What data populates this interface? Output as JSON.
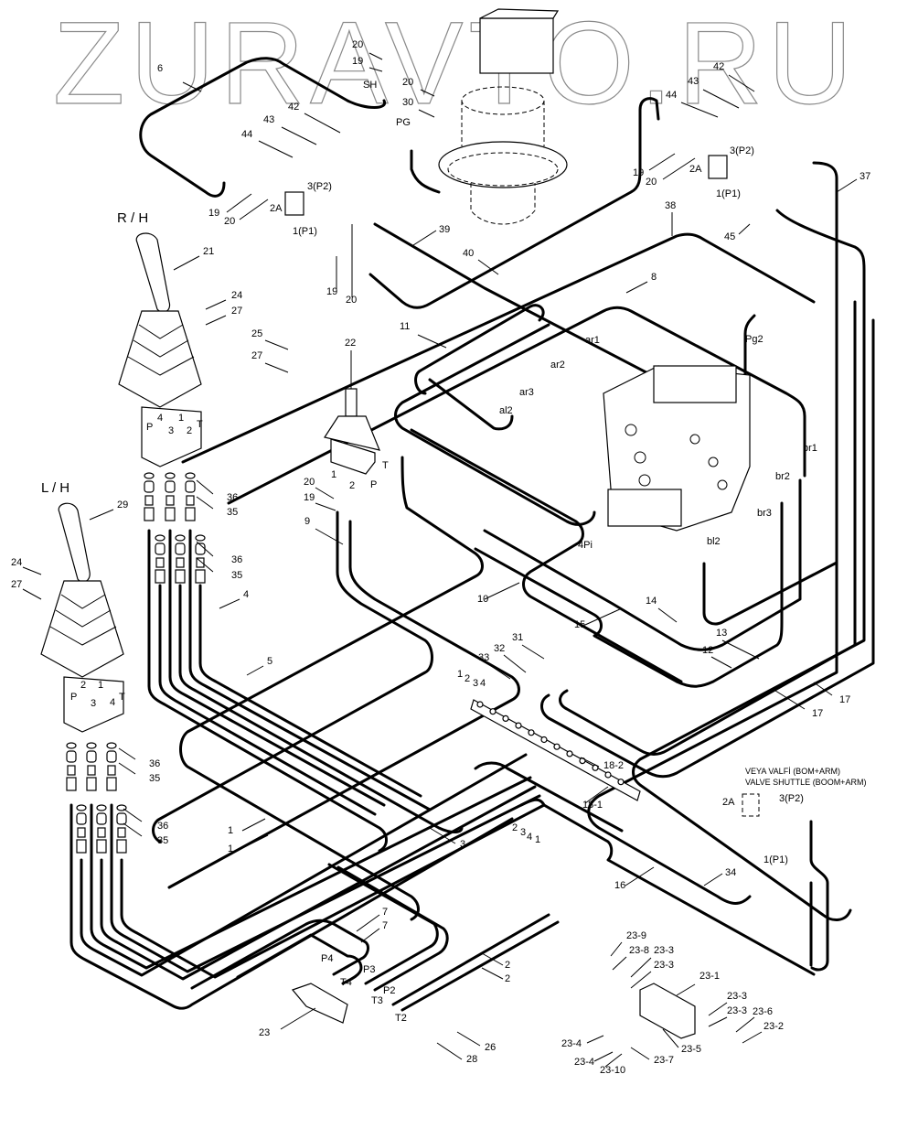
{
  "watermark": "ZURAVTO.RU",
  "sections": {
    "right_handle": "R / H",
    "left_handle": "L / H"
  },
  "shuttle_valve_note": [
    "VEYA VALFİ (BOM+ARM)",
    "VALVE SHUTTLE (BOOM+ARM)"
  ],
  "callouts": [
    {
      "id": "c6",
      "text": "6"
    },
    {
      "id": "c20a",
      "text": "20"
    },
    {
      "id": "c19a",
      "text": "19"
    },
    {
      "id": "cSH",
      "text": "SH"
    },
    {
      "id": "c20b",
      "text": "20"
    },
    {
      "id": "c30",
      "text": "30"
    },
    {
      "id": "cPG",
      "text": "PG"
    },
    {
      "id": "c42a",
      "text": "42"
    },
    {
      "id": "c43a",
      "text": "43"
    },
    {
      "id": "c44a",
      "text": "44"
    },
    {
      "id": "c3P2a",
      "text": "3(P2)"
    },
    {
      "id": "c2Aa",
      "text": "2A"
    },
    {
      "id": "c1P1a",
      "text": "1(P1)"
    },
    {
      "id": "c19b",
      "text": "19"
    },
    {
      "id": "c20c",
      "text": "20"
    },
    {
      "id": "c19c",
      "text": "19"
    },
    {
      "id": "c20d",
      "text": "20"
    },
    {
      "id": "c39",
      "text": "39"
    },
    {
      "id": "c40",
      "text": "40"
    },
    {
      "id": "c21",
      "text": "21"
    },
    {
      "id": "c24a",
      "text": "24"
    },
    {
      "id": "c27a",
      "text": "27"
    },
    {
      "id": "c42b",
      "text": "42"
    },
    {
      "id": "c43b",
      "text": "43"
    },
    {
      "id": "c44b",
      "text": "44"
    },
    {
      "id": "c19d",
      "text": "19"
    },
    {
      "id": "c20e",
      "text": "20"
    },
    {
      "id": "c2Ab",
      "text": "2A"
    },
    {
      "id": "c3P2b",
      "text": "3(P2)"
    },
    {
      "id": "c1P1b",
      "text": "1(P1)"
    },
    {
      "id": "c37",
      "text": "37"
    },
    {
      "id": "c45",
      "text": "45"
    },
    {
      "id": "c38",
      "text": "38"
    },
    {
      "id": "c8",
      "text": "8"
    },
    {
      "id": "c11",
      "text": "11"
    },
    {
      "id": "cPg2",
      "text": "Pg2"
    },
    {
      "id": "c25",
      "text": "25"
    },
    {
      "id": "c27b",
      "text": "27"
    },
    {
      "id": "c22",
      "text": "22"
    },
    {
      "id": "car1",
      "text": "ar1"
    },
    {
      "id": "car2",
      "text": "ar2"
    },
    {
      "id": "car3",
      "text": "ar3"
    },
    {
      "id": "cal2",
      "text": "al2"
    },
    {
      "id": "cbr1",
      "text": "br1"
    },
    {
      "id": "cbr2",
      "text": "br2"
    },
    {
      "id": "cbr3",
      "text": "br3"
    },
    {
      "id": "cbl2",
      "text": "bl2"
    },
    {
      "id": "c4Pi",
      "text": "4Pi"
    },
    {
      "id": "cRP",
      "text": "P"
    },
    {
      "id": "cR4",
      "text": "4"
    },
    {
      "id": "cR3",
      "text": "3"
    },
    {
      "id": "cR1",
      "text": "1"
    },
    {
      "id": "cR2",
      "text": "2"
    },
    {
      "id": "cRT",
      "text": "T"
    },
    {
      "id": "c36a",
      "text": "36"
    },
    {
      "id": "c35a",
      "text": "35"
    },
    {
      "id": "c36b",
      "text": "36"
    },
    {
      "id": "c35b",
      "text": "35"
    },
    {
      "id": "cT22",
      "text": "T"
    },
    {
      "id": "cP22",
      "text": "P"
    },
    {
      "id": "c1_22",
      "text": "1"
    },
    {
      "id": "c2_22",
      "text": "2"
    },
    {
      "id": "c20f",
      "text": "20"
    },
    {
      "id": "c19f",
      "text": "19"
    },
    {
      "id": "c9",
      "text": "9"
    },
    {
      "id": "c29",
      "text": "29"
    },
    {
      "id": "c24b",
      "text": "24"
    },
    {
      "id": "c27c",
      "text": "27"
    },
    {
      "id": "c4",
      "text": "4"
    },
    {
      "id": "c10",
      "text": "10"
    },
    {
      "id": "c14",
      "text": "14"
    },
    {
      "id": "c15",
      "text": "15"
    },
    {
      "id": "c13",
      "text": "13"
    },
    {
      "id": "c12",
      "text": "12"
    },
    {
      "id": "c17a",
      "text": "17"
    },
    {
      "id": "c17b",
      "text": "17"
    },
    {
      "id": "c5",
      "text": "5"
    },
    {
      "id": "c31",
      "text": "31"
    },
    {
      "id": "c32",
      "text": "32"
    },
    {
      "id": "c33",
      "text": "33"
    },
    {
      "id": "cm1",
      "text": "1"
    },
    {
      "id": "cm2",
      "text": "2"
    },
    {
      "id": "cm3",
      "text": "3"
    },
    {
      "id": "cm4",
      "text": "4"
    },
    {
      "id": "c18_2",
      "text": "18-2"
    },
    {
      "id": "c18_1",
      "text": "18-1"
    },
    {
      "id": "cn2",
      "text": "2"
    },
    {
      "id": "cn3",
      "text": "3"
    },
    {
      "id": "cn4",
      "text": "4"
    },
    {
      "id": "cn1",
      "text": "1"
    },
    {
      "id": "cLP",
      "text": "P"
    },
    {
      "id": "cL2",
      "text": "2"
    },
    {
      "id": "cL1",
      "text": "1"
    },
    {
      "id": "cL3",
      "text": "3"
    },
    {
      "id": "cL4",
      "text": "4"
    },
    {
      "id": "cLT",
      "text": "T"
    },
    {
      "id": "c36c",
      "text": "36"
    },
    {
      "id": "c35c",
      "text": "35"
    },
    {
      "id": "c36d",
      "text": "36"
    },
    {
      "id": "c35d",
      "text": "35"
    },
    {
      "id": "c1a",
      "text": "1"
    },
    {
      "id": "c1b",
      "text": "1"
    },
    {
      "id": "c3",
      "text": "3"
    },
    {
      "id": "c2Ac",
      "text": "2A"
    },
    {
      "id": "c3P2c",
      "text": "3(P2)"
    },
    {
      "id": "c1P1c",
      "text": "1(P1)"
    },
    {
      "id": "c34",
      "text": "34"
    },
    {
      "id": "c16",
      "text": "16"
    },
    {
      "id": "c7a",
      "text": "7"
    },
    {
      "id": "c7b",
      "text": "7"
    },
    {
      "id": "c2a",
      "text": "2"
    },
    {
      "id": "c2b",
      "text": "2"
    },
    {
      "id": "cP4",
      "text": "P4"
    },
    {
      "id": "cT4",
      "text": "T4"
    },
    {
      "id": "cP3",
      "text": "P3"
    },
    {
      "id": "cT3",
      "text": "T3"
    },
    {
      "id": "cP2",
      "text": "P2"
    },
    {
      "id": "cT2",
      "text": "T2"
    },
    {
      "id": "c23",
      "text": "23"
    },
    {
      "id": "c26",
      "text": "26"
    },
    {
      "id": "c28",
      "text": "28"
    },
    {
      "id": "c23_9",
      "text": "23-9"
    },
    {
      "id": "c23_8",
      "text": "23-8"
    },
    {
      "id": "c23_3a",
      "text": "23-3"
    },
    {
      "id": "c23_3b",
      "text": "23-3"
    },
    {
      "id": "c23_1",
      "text": "23-1"
    },
    {
      "id": "c23_3c",
      "text": "23-3"
    },
    {
      "id": "c23_3d",
      "text": "23-3"
    },
    {
      "id": "c23_6",
      "text": "23-6"
    },
    {
      "id": "c23_2",
      "text": "23-2"
    },
    {
      "id": "c23_4a",
      "text": "23-4"
    },
    {
      "id": "c23_4b",
      "text": "23-4"
    },
    {
      "id": "c23_10",
      "text": "23-10"
    },
    {
      "id": "c23_7",
      "text": "23-7"
    },
    {
      "id": "c23_5",
      "text": "23-5"
    }
  ]
}
